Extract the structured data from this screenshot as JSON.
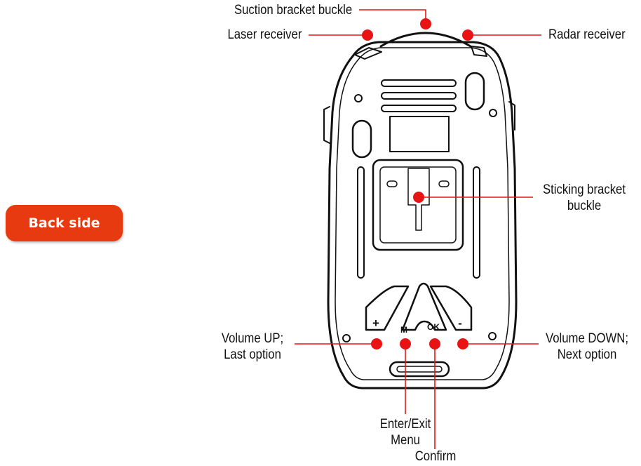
{
  "badge": {
    "label": "Back side"
  },
  "labels": {
    "suction_bracket": "Suction bracket buckle",
    "laser_receiver": "Laser receiver",
    "radar_receiver": "Radar receiver",
    "sticking_bracket_l1": "Sticking bracket",
    "sticking_bracket_l2": "buckle",
    "volume_up_l1": "Volume UP;",
    "volume_up_l2": "Last option",
    "volume_down_l1": "Volume DOWN;",
    "volume_down_l2": "Next option",
    "enter_exit_l1": "Enter/Exit",
    "enter_exit_l2": "Menu",
    "confirm": "Confirm"
  },
  "buttons": {
    "plus": "+",
    "menu": "M",
    "ok": "OK",
    "minus": "-"
  },
  "colors": {
    "accent": "#e81414",
    "badge": "#e83a10",
    "outline": "#111111"
  }
}
